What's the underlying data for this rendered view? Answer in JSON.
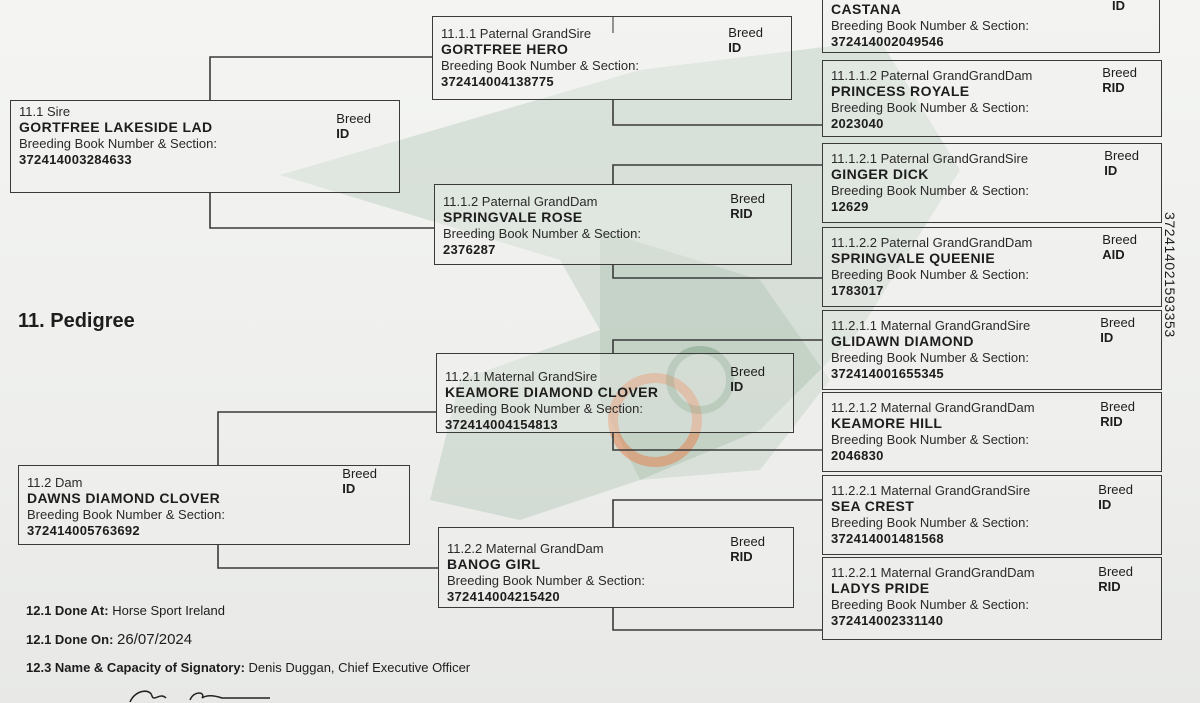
{
  "heading": "11. Pedigree",
  "side_id": "372414021593353",
  "breed_label": "Breed",
  "bb_label": "Breeding Book Number & Section:",
  "sire": {
    "role": "11.1 Sire",
    "name": "GORTFREE LAKESIDE LAD",
    "number": "372414003284633",
    "breed": "ID"
  },
  "dam": {
    "role": "11.2 Dam",
    "name": "DAWNS DIAMOND CLOVER",
    "number": "372414005763692",
    "breed": "ID"
  },
  "grandparents": [
    {
      "role": "11.1.1 Paternal GrandSire",
      "name": "GORTFREE HERO",
      "number": "372414004138775",
      "breed": "ID"
    },
    {
      "role": "11.1.2 Paternal GrandDam",
      "name": "SPRINGVALE ROSE",
      "number": "2376287",
      "breed": "RID"
    },
    {
      "role": "11.2.1 Maternal GrandSire",
      "name": "KEAMORE DIAMOND CLOVER",
      "number": "372414004154813",
      "breed": "ID"
    },
    {
      "role": "11.2.2 Maternal GrandDam",
      "name": "BANOG GIRL",
      "number": "372414004215420",
      "breed": "RID"
    }
  ],
  "great_grandparents": [
    {
      "role": "",
      "name": "CASTANA",
      "number": "372414002049546",
      "breed": "ID"
    },
    {
      "role": "11.1.1.2 Paternal GrandGrandDam",
      "name": "PRINCESS ROYALE",
      "number": "2023040",
      "breed": "RID"
    },
    {
      "role": "11.1.2.1 Paternal GrandGrandSire",
      "name": "GINGER DICK",
      "number": "12629",
      "breed": "ID"
    },
    {
      "role": "11.1.2.2 Paternal GrandGrandDam",
      "name": "SPRINGVALE QUEENIE",
      "number": "1783017",
      "breed": "AID"
    },
    {
      "role": "11.2.1.1 Maternal GrandGrandSire",
      "name": "GLIDAWN DIAMOND",
      "number": "372414001655345",
      "breed": "ID"
    },
    {
      "role": "11.2.1.2 Maternal GrandGrandDam",
      "name": "KEAMORE HILL",
      "number": "2046830",
      "breed": "RID"
    },
    {
      "role": "11.2.2.1 Maternal GrandGrandSire",
      "name": "SEA CREST",
      "number": "372414001481568",
      "breed": "ID"
    },
    {
      "role": "11.2.2.1 Maternal GrandGrandDam",
      "name": "LADYS PRIDE",
      "number": "372414002331140",
      "breed": "RID"
    }
  ],
  "footer": {
    "done_at_label": "12.1 Done At:",
    "done_at": "Horse Sport Ireland",
    "done_on_label": "12.1 Done On:",
    "done_on": "26/07/2024",
    "signatory_label": "12.3 Name & Capacity of Signatory:",
    "signatory": "Denis Duggan, Chief Executive Officer"
  },
  "colors": {
    "watermark_green": "#2e6b3f",
    "watermark_orange": "#e8733a",
    "line": "#3a3a3a"
  }
}
